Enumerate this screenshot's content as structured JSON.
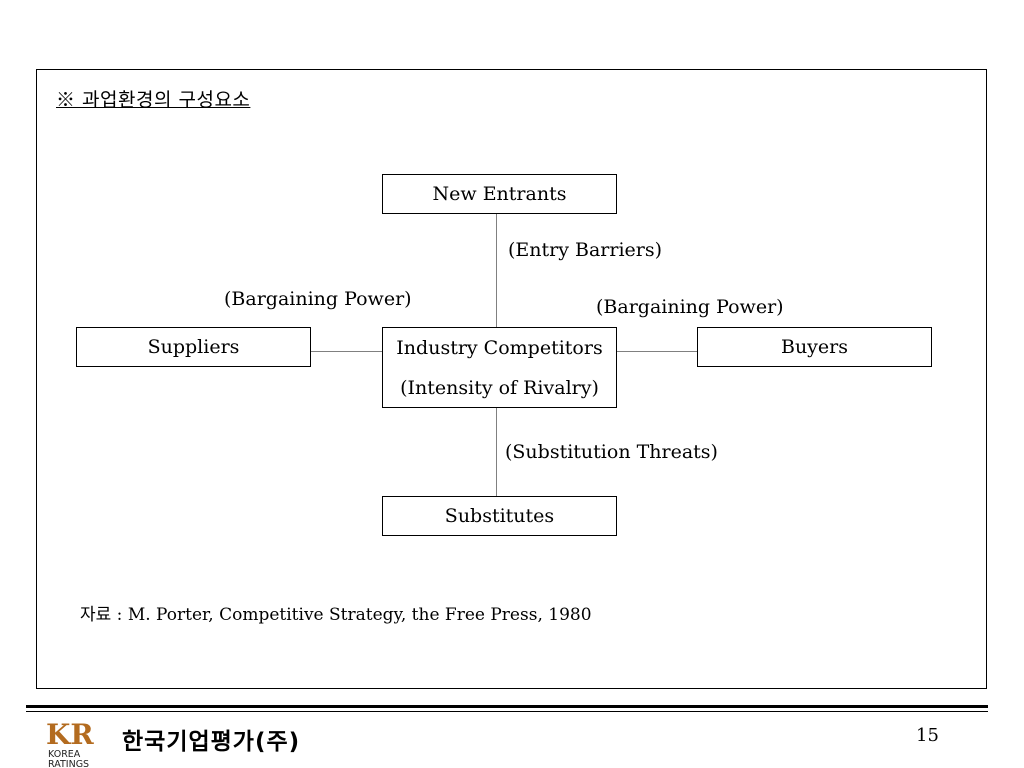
{
  "slide": {
    "title": "※ 과업환경의 구성요소",
    "source": "자료 : M. Porter, Competitive Strategy, the Free Press, 1980",
    "page_number": "15"
  },
  "diagram": {
    "nodes": {
      "new_entrants": "New Entrants",
      "suppliers": "Suppliers",
      "competitors_line1": "Industry Competitors",
      "competitors_line2": "(Intensity of Rivalry)",
      "buyers": "Buyers",
      "substitutes": "Substitutes"
    },
    "edge_labels": {
      "entry": "(Entry Barriers)",
      "supplier_power": "(Bargaining Power)",
      "buyer_power": "(Bargaining Power)",
      "substitution": "(Substitution Threats)"
    }
  },
  "footer": {
    "logo_text": "KR",
    "logo_sub1": "KOREA",
    "logo_sub2": "RATINGS",
    "brand": "한국기업평가(주)"
  }
}
